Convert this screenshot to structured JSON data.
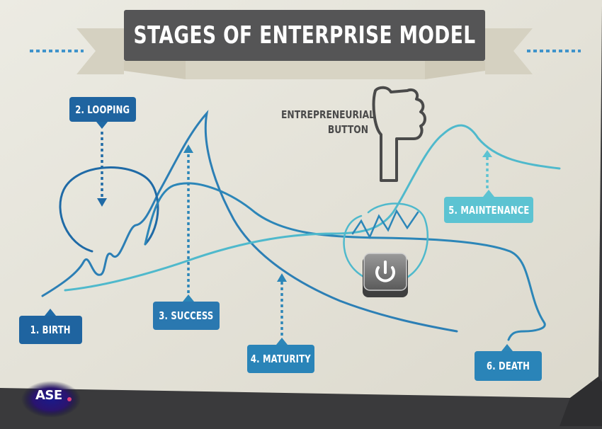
{
  "title": "STAGES OF ENTERPRISE MODEL",
  "entrepreneurial_button": {
    "line1": "ENTREPRENEURIAL",
    "line2": "BUTTON"
  },
  "stages": [
    {
      "id": "birth",
      "label": "1. BIRTH"
    },
    {
      "id": "looping",
      "label": "2. LOOPING"
    },
    {
      "id": "success",
      "label": "3. SUCCESS"
    },
    {
      "id": "maturity",
      "label": "4. MATURITY"
    },
    {
      "id": "maintenance",
      "label": "5. MAINTENANCE"
    },
    {
      "id": "death",
      "label": "6. DEATH"
    }
  ],
  "logo": {
    "text": "ASE"
  },
  "colors": {
    "background": "#3a3a3c",
    "paper": "#e8e6dd",
    "banner": "#555556",
    "ribbon": "#d5d1c1",
    "dark_blue": "#1f64a0",
    "mid_blue": "#2c86b8",
    "light_blue": "#5cc3d2",
    "dots": "#3f93cb"
  },
  "icons": {
    "hand": "pointing-hand-icon",
    "power": "power-button-icon"
  }
}
